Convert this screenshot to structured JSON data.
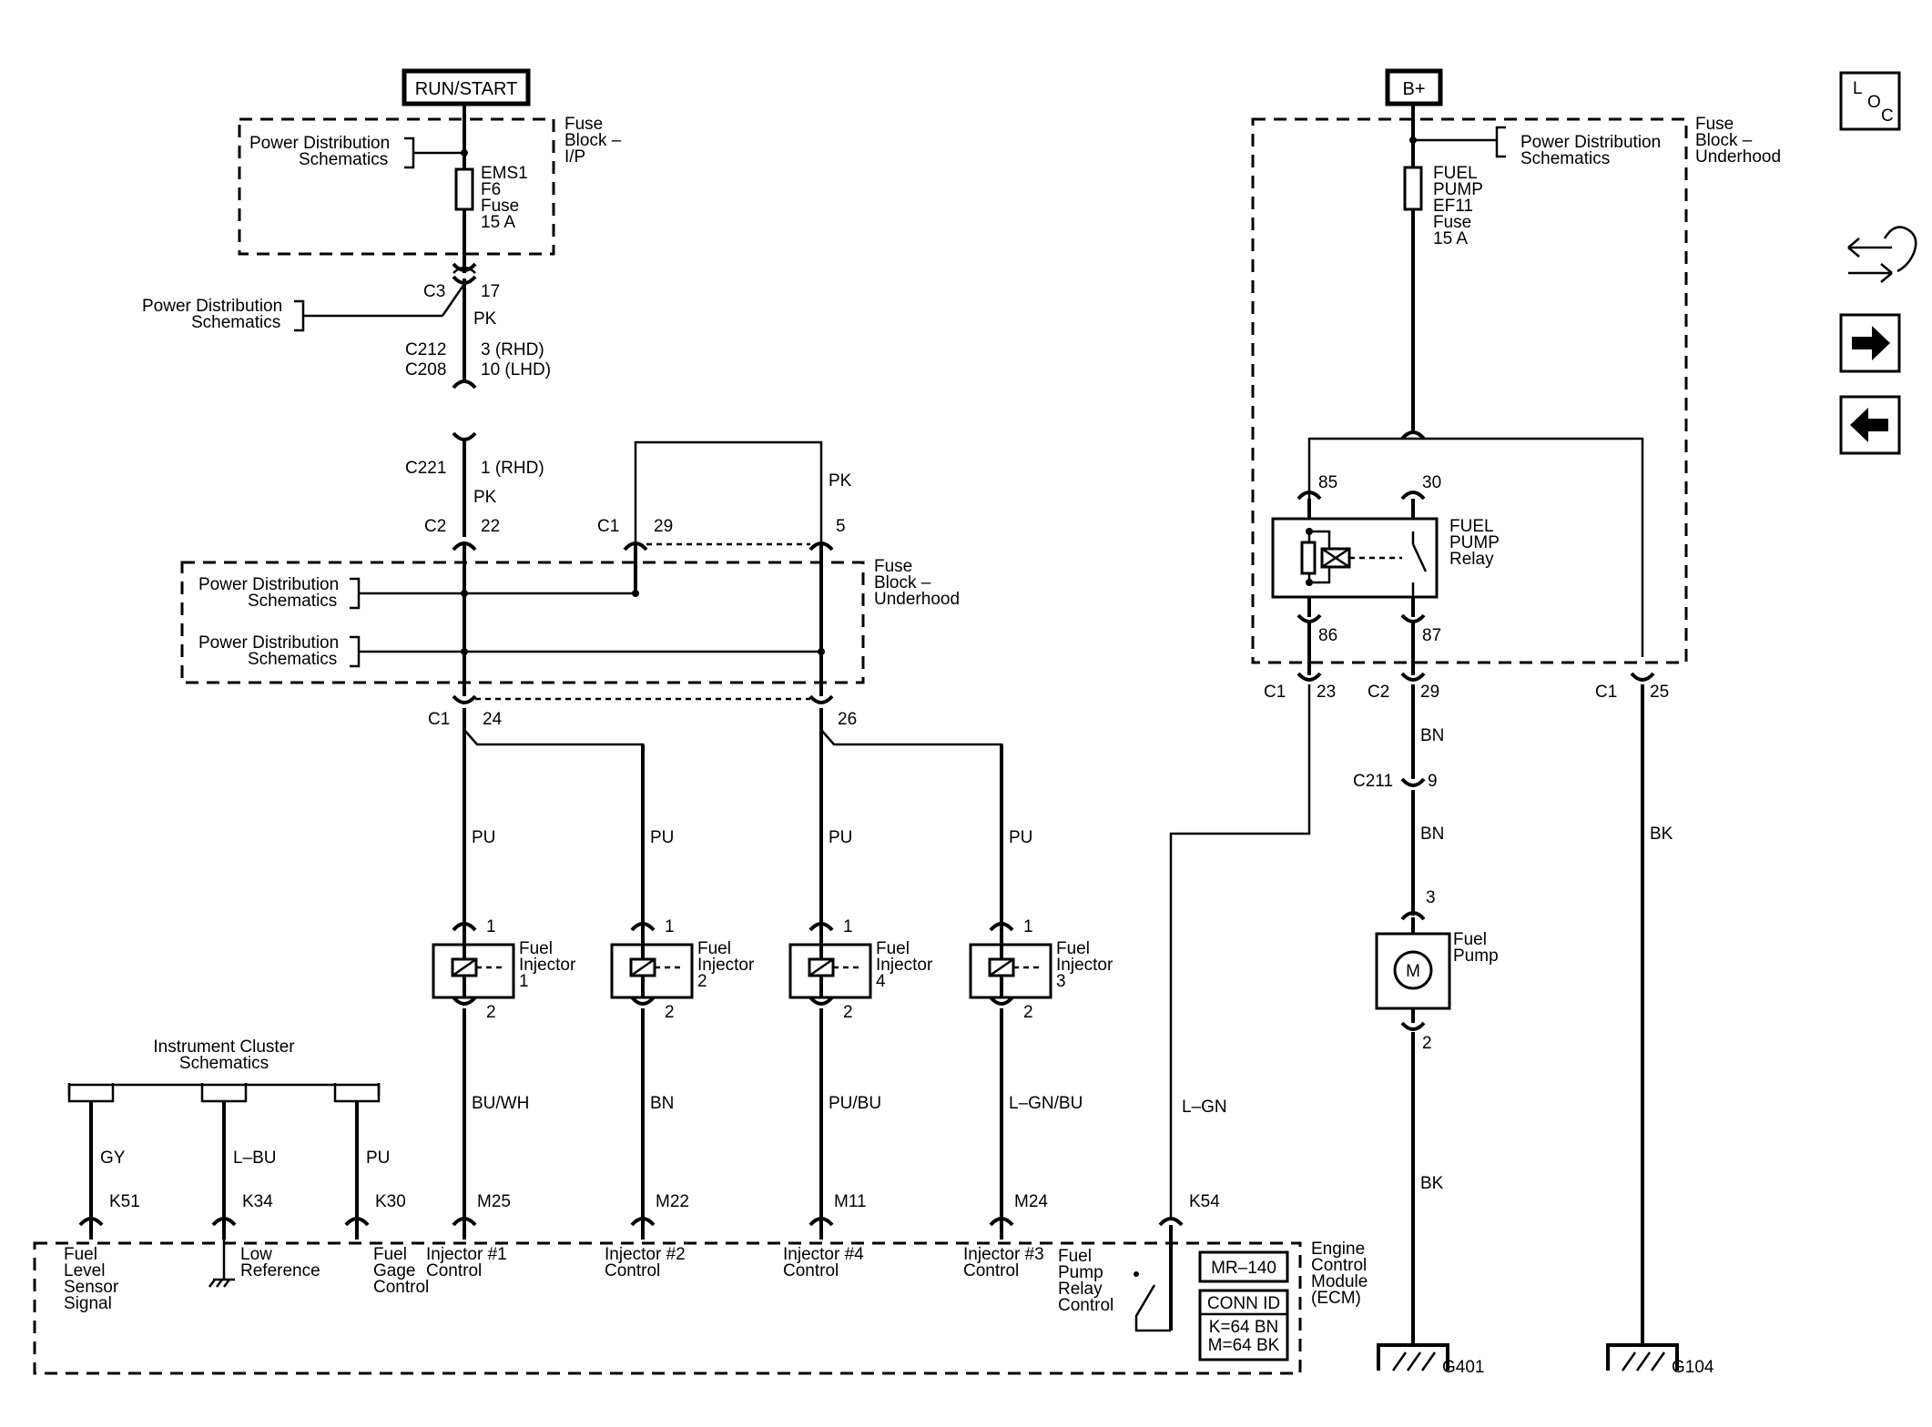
{
  "power": {
    "run_start": "RUN/START",
    "b_plus": "B+"
  },
  "nav": {
    "loc_l": "L",
    "loc_o": "O",
    "loc_c": "C"
  },
  "fuse_ip": {
    "label": [
      "Fuse",
      "Block –",
      "I/P"
    ],
    "fuse": [
      "EMS1",
      "F6",
      "Fuse",
      "15 A"
    ],
    "pds": [
      "Power Distribution",
      "Schematics"
    ]
  },
  "fuse_uh_top": {
    "label": [
      "Fuse",
      "Block –",
      "Underhood"
    ],
    "fuse": [
      "FUEL",
      "PUMP",
      "EF11",
      "Fuse",
      "15 A"
    ],
    "pds": [
      "Power Distribution",
      "Schematics"
    ]
  },
  "left_pds": [
    "Power Distribution",
    "Schematics"
  ],
  "conn": {
    "c3": "C3",
    "c3_pin": "17",
    "pk": "PK",
    "c212": "C212",
    "c208": "C208",
    "rhd3": "3 (RHD)",
    "lhd10": "10 (LHD)",
    "c221": "C221",
    "rhd1": "1 (RHD)",
    "c2": "C2",
    "pin22": "22",
    "c1": "C1",
    "pin29": "29",
    "pin5": "5",
    "pin24": "24",
    "pin26": "26"
  },
  "fuse_uh_mid": {
    "label": [
      "Fuse",
      "Block –",
      "Underhood"
    ],
    "pds1": [
      "Power Distribution",
      "Schematics"
    ],
    "pds2": [
      "Power Distribution",
      "Schematics"
    ]
  },
  "relay": {
    "label": [
      "FUEL",
      "PUMP",
      "Relay"
    ],
    "p85": "85",
    "p30": "30",
    "p86": "86",
    "p87": "87"
  },
  "right_conn": {
    "c1a": "C1",
    "p23": "23",
    "c2": "C2",
    "p29": "29",
    "c1b": "C1",
    "p25": "25",
    "bn": "BN",
    "c211": "C211",
    "p9": "9",
    "bk": "BK",
    "p3": "3",
    "p2": "2",
    "lgn": "L–GN"
  },
  "pump": {
    "label": [
      "Fuel",
      "Pump"
    ],
    "m": "M"
  },
  "injectors": [
    {
      "label": [
        "Fuel",
        "Injector",
        "1"
      ],
      "top": "PU",
      "bottom": "BU/WH",
      "pin": "M25",
      "ecm": [
        "Injector #1",
        "Control"
      ]
    },
    {
      "label": [
        "Fuel",
        "Injector",
        "2"
      ],
      "top": "PU",
      "bottom": "BN",
      "pin": "M22",
      "ecm": [
        "Injector #2",
        "Control"
      ]
    },
    {
      "label": [
        "Fuel",
        "Injector",
        "4"
      ],
      "top": "PU",
      "bottom": "PU/BU",
      "pin": "M11",
      "ecm": [
        "Injector #4",
        "Control"
      ]
    },
    {
      "label": [
        "Fuel",
        "Injector",
        "3"
      ],
      "top": "PU",
      "bottom": "L–GN/BU",
      "pin": "M24",
      "ecm": [
        "Injector #3",
        "Control"
      ]
    }
  ],
  "inj_pin1": "1",
  "inj_pin2": "2",
  "cluster": {
    "title": [
      "Instrument Cluster",
      "Schematics"
    ],
    "wires": [
      {
        "color": "GY",
        "pin": "K51",
        "ecm": [
          "Fuel",
          "Level",
          "Sensor",
          "Signal"
        ]
      },
      {
        "color": "L–BU",
        "pin": "K34",
        "ecm": [
          "Low",
          "Reference"
        ]
      },
      {
        "color": "PU",
        "pin": "K30",
        "ecm": [
          "Fuel",
          "Gage",
          "Control"
        ]
      }
    ]
  },
  "ecm": {
    "label": [
      "Engine",
      "Control",
      "Module",
      "(ECM)"
    ],
    "relay_ctrl": [
      "Fuel",
      "Pump",
      "Relay",
      "Control"
    ],
    "k54": "K54",
    "mr": "MR–140",
    "conn_id": "CONN ID",
    "conn_k": "K=64 BN",
    "conn_m": "M=64 BK"
  },
  "grounds": {
    "g401": "G401",
    "g104": "G104"
  }
}
